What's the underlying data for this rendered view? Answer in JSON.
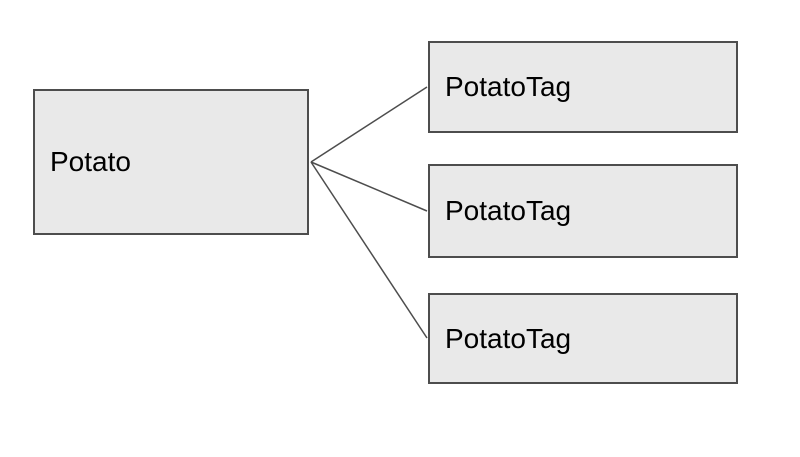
{
  "diagram": {
    "source_node": {
      "label": "Potato"
    },
    "target_nodes": [
      {
        "label": "PotatoTag"
      },
      {
        "label": "PotatoTag"
      },
      {
        "label": "PotatoTag"
      }
    ],
    "connections": [
      {
        "from": "Potato",
        "to": "PotatoTag",
        "index": 0
      },
      {
        "from": "Potato",
        "to": "PotatoTag",
        "index": 1
      },
      {
        "from": "Potato",
        "to": "PotatoTag",
        "index": 2
      }
    ],
    "colors": {
      "node_fill": "#e9e9e9",
      "node_border": "#4d4d4d",
      "connector": "#4d4d4d",
      "background": "#ffffff",
      "text": "#000000"
    }
  }
}
